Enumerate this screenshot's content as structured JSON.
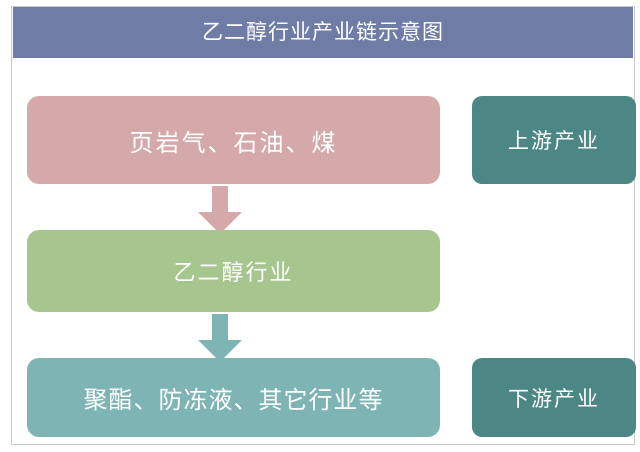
{
  "diagram": {
    "title": "乙二醇行业产业链示意图",
    "title_bar_color": "#6f7ca6",
    "nodes": [
      {
        "id": "upstream-source",
        "label": "页岩气、石油、煤",
        "color": "#d5a8a9",
        "tier": "upstream"
      },
      {
        "id": "core-industry",
        "label": "乙二醇行业",
        "color": "#a7c68e",
        "tier": "midstream"
      },
      {
        "id": "downstream-applications",
        "label": "聚酯、防冻液、其它行业等",
        "color": "#7fb4b5",
        "tier": "downstream"
      }
    ],
    "tier_labels": [
      {
        "id": "upstream",
        "label": "上游产业",
        "color": "#4d8785"
      },
      {
        "id": "downstream",
        "label": "下游产业",
        "color": "#4d8785"
      }
    ],
    "connectors": [
      {
        "id": "arrow-source-to-core",
        "icon": "arrow-down-icon",
        "color": "#d5a8a9",
        "from": "upstream-source",
        "to": "core-industry"
      },
      {
        "id": "arrow-core-to-downstream",
        "icon": "arrow-down-icon",
        "color": "#7fb4b5",
        "from": "core-industry",
        "to": "downstream-applications"
      }
    ]
  }
}
